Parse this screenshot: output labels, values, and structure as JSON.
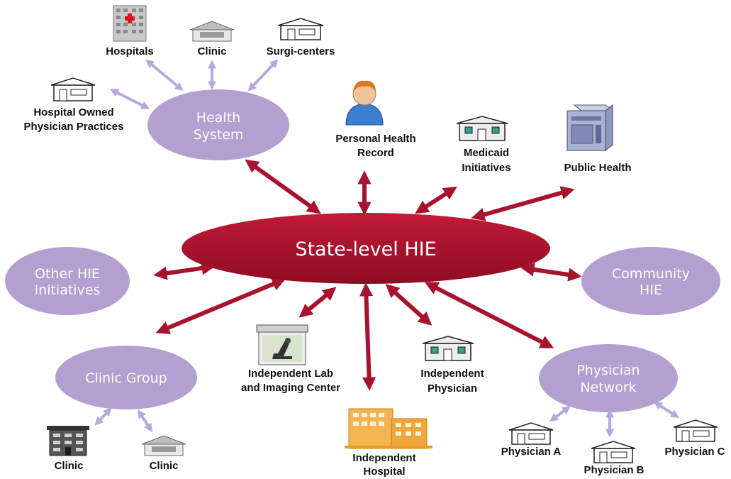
{
  "colors": {
    "hub": "#a4102a",
    "hub_text": "#ffffff",
    "cluster": "#b39fd0",
    "red_arrow": "#a8122d",
    "purple_arrow": "#b9a6dc",
    "hospital_orange": "#e89b2a",
    "house_teal": "#3a9a8c"
  },
  "hub": {
    "label": "State-level HIE"
  },
  "clusters": {
    "health_system": {
      "line1": "Health",
      "line2": "System"
    },
    "other_hie": {
      "line1": "Other HIE",
      "line2": "Initiatives"
    },
    "community_hie": {
      "line1": "Community",
      "line2": "HIE"
    },
    "clinic_group": {
      "line1": "Clinic Group",
      "line2": ""
    },
    "physician_network": {
      "line1": "Physician",
      "line2": "Network"
    }
  },
  "nodes": {
    "hospitals": {
      "label": "Hospitals",
      "icon": "hospital-building-icon"
    },
    "clinic_top": {
      "label": "Clinic",
      "icon": "clinic-building-icon"
    },
    "surgi_centers": {
      "label": "Surgi-centers",
      "icon": "house-icon"
    },
    "hospital_owned": {
      "line1": "Hospital Owned",
      "line2": "Physician Practices",
      "icon": "house-icon"
    },
    "phr": {
      "line1": "Personal Health",
      "line2": "Record",
      "icon": "person-icon"
    },
    "medicaid": {
      "line1": "Medicaid",
      "line2": "Initiatives",
      "icon": "house-icon"
    },
    "public_health": {
      "label": "Public Health",
      "icon": "server-icon"
    },
    "lab": {
      "line1": "Independent Lab",
      "line2": "and Imaging Center",
      "icon": "microscope-icon"
    },
    "ind_physician": {
      "line1": "Independent",
      "line2": "Physician",
      "icon": "house-icon"
    },
    "ind_hospital": {
      "line1": "Independent",
      "line2": "Hospital",
      "icon": "hospital-building-icon"
    },
    "clinic_left": {
      "label": "Clinic",
      "icon": "clinic-building-icon"
    },
    "clinic_right": {
      "label": "Clinic",
      "icon": "clinic-building-icon"
    },
    "physician_a": {
      "label": "Physician A",
      "icon": "house-icon"
    },
    "physician_b": {
      "label": "Physician B",
      "icon": "house-icon"
    },
    "physician_c": {
      "label": "Physician C",
      "icon": "house-icon"
    }
  }
}
